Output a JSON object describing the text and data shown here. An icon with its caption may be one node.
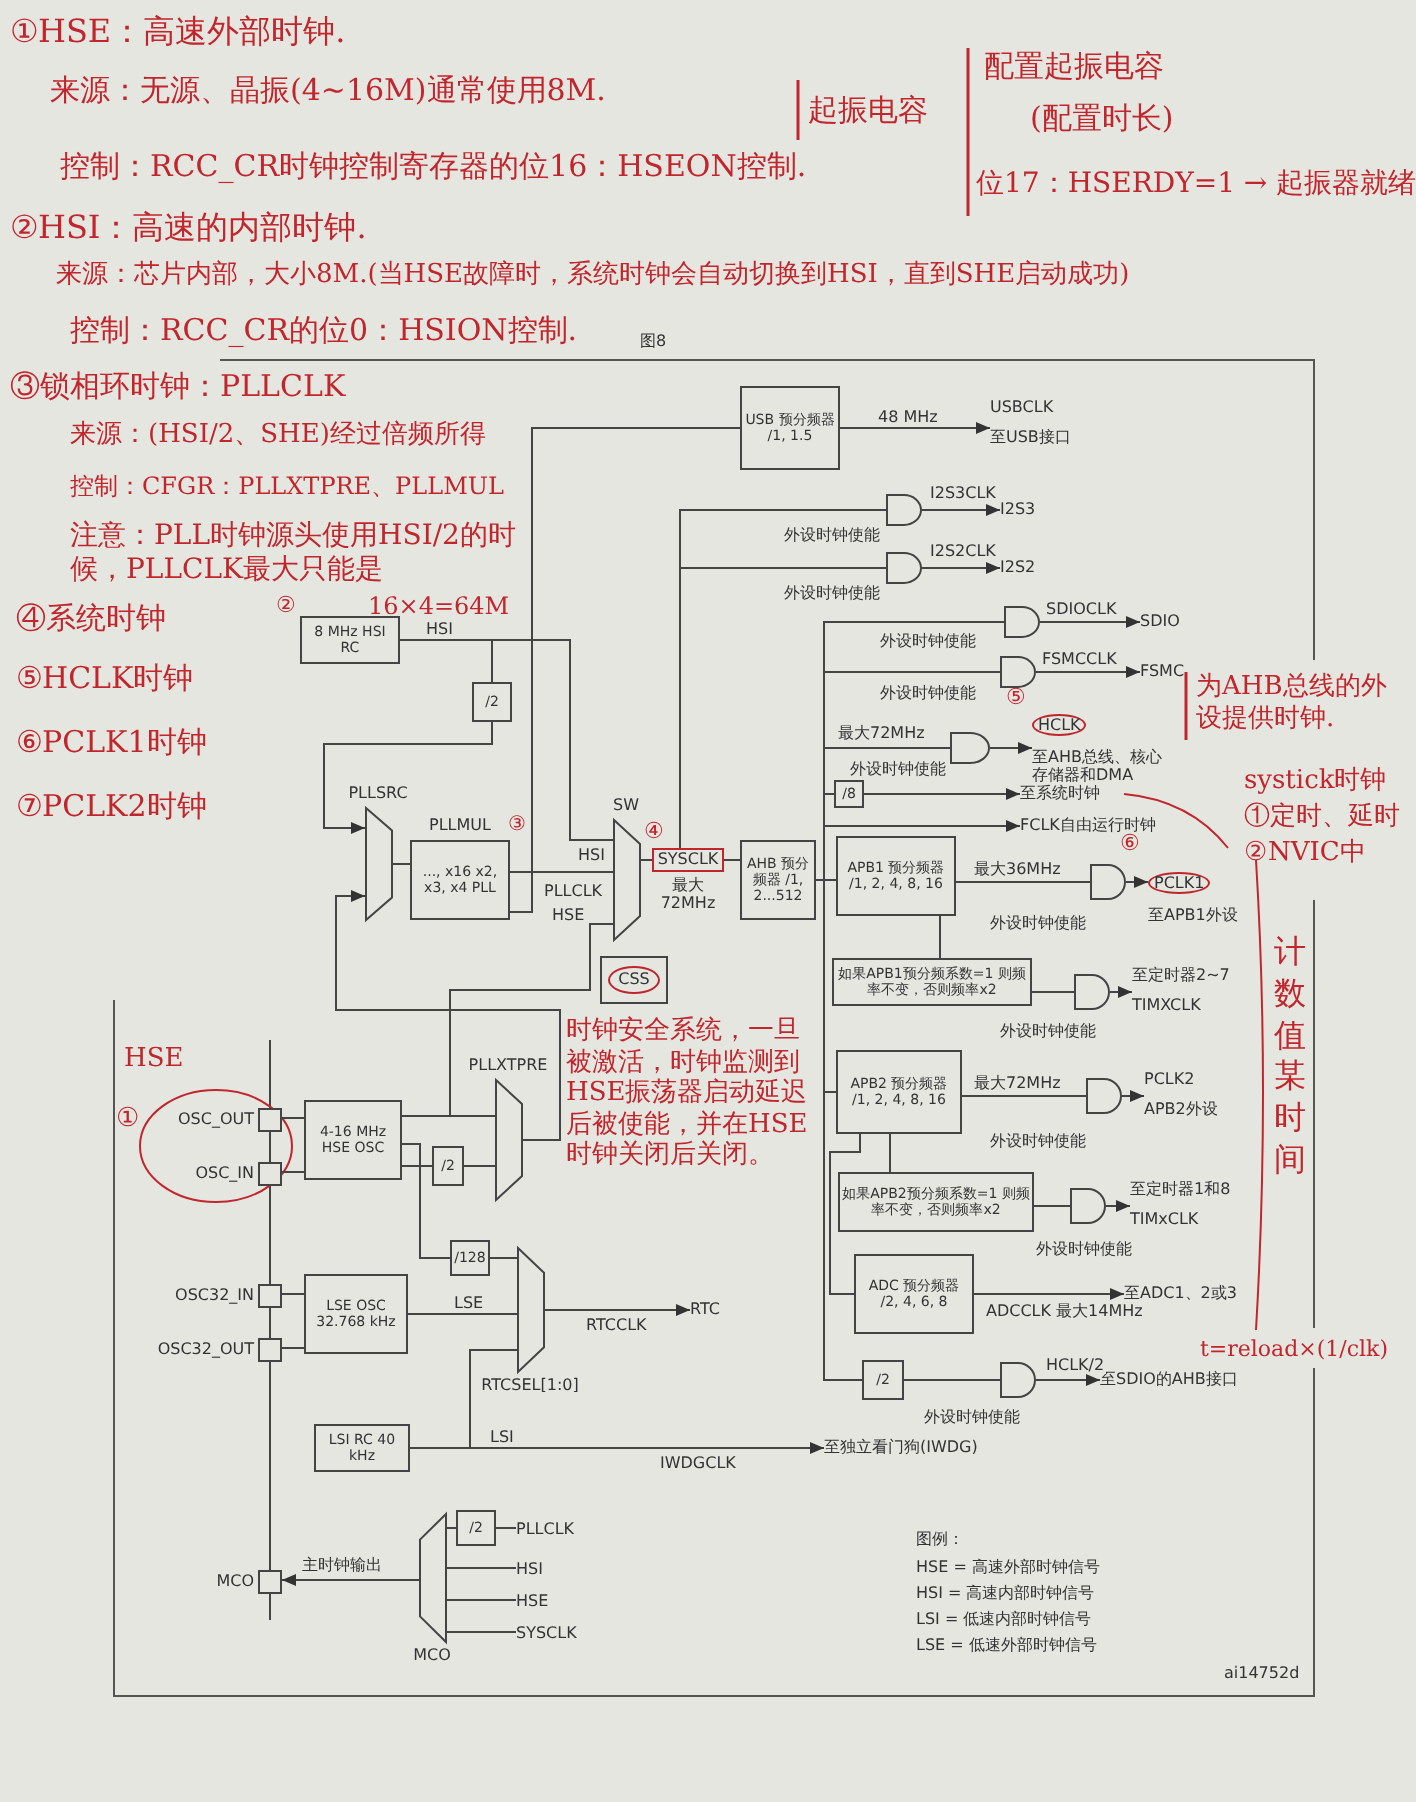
{
  "diagram": {
    "nodes": [
      {
        "text": [
          "8 MHz HSI RC"
        ]
      },
      {
        "text": [
          "/2"
        ]
      },
      {
        "text": [
          "PLLSRC"
        ]
      },
      {
        "text": [
          "PLLMUL",
          "..., x16 x2, x3, x4 PLL"
        ]
      },
      {
        "text": [
          "SW"
        ]
      },
      {
        "text": [
          "SYSCLK"
        ],
        "beside": [
          "最大 72MHz"
        ]
      },
      {
        "text": [
          "AHB 预分频器 /1, 2...512"
        ]
      },
      {
        "text": [
          "APB1 预分频器 /1, 2, 4, 8, 16"
        ]
      },
      {
        "text": [
          "USB 预分频器 /1, 1.5"
        ]
      },
      {
        "text": [],
        "shape": "gate",
        "beside": [
          "外设时钟使能"
        ]
      },
      {
        "text": [],
        "shape": "gate",
        "beside": [
          "外设时钟使能"
        ]
      },
      {
        "text": [],
        "shape": "gate",
        "beside": [
          "外设时钟使能"
        ]
      },
      {
        "text": [],
        "shape": "gate",
        "beside": [
          "外设时钟使能"
        ]
      },
      {
        "text": [],
        "shape": "gate"
      },
      {
        "text": [
          "/8"
        ]
      },
      {
        "text": [],
        "shape": "gate",
        "beside": [
          "外设时钟使能"
        ]
      },
      {
        "text": [
          "如果APB1预分频系数=1 则频率不变，否则频率x2"
        ]
      },
      {
        "text": [],
        "shape": "gate",
        "beside": [
          "外设时钟使能"
        ]
      },
      {
        "text": [
          "APB2 预分频器 /1, 2, 4, 8, 16"
        ]
      },
      {
        "text": [],
        "shape": "gate"
      },
      {
        "text": [
          "如果APB2预分频系数=1 则频率不变，否则频率x2"
        ]
      },
      {
        "text": [],
        "shape": "gate",
        "beside": [
          "外设时钟使能"
        ]
      },
      {
        "text": [
          "ADC 预分频器 /2, 4, 6, 8"
        ]
      },
      {
        "text": [
          "/2"
        ]
      },
      {
        "text": [],
        "shape": "gate",
        "beside": [
          "外设时钟使能"
        ]
      },
      {
        "text": [
          "CSS"
        ]
      },
      {
        "text": [
          "OSC_OUT"
        ]
      },
      {
        "text": [
          "OSC_IN"
        ]
      },
      {
        "text": [
          "4-16 MHz HSE OSC"
        ]
      },
      {
        "text": [
          "/2"
        ]
      },
      {
        "text": [
          "PLLXTPRE"
        ]
      },
      {
        "text": [
          "/128"
        ]
      },
      {
        "text": [
          "OSC32_IN"
        ]
      },
      {
        "text": [
          "OSC32_OUT"
        ]
      },
      {
        "text": [
          "LSE OSC 32.768 kHz"
        ]
      },
      {
        "text": [
          "RTCSEL[1:0]"
        ]
      },
      {
        "text": [
          "LSI RC 40 kHz"
        ]
      },
      {
        "text": [
          "MCO"
        ]
      },
      {
        "text": [
          "MCO"
        ]
      },
      {
        "text": [
          "/2"
        ]
      },
      {
        "text": [
          "USBCLK",
          "至USB接口"
        ]
      },
      {
        "text": [
          "I2S3"
        ]
      },
      {
        "text": [
          "I2S2"
        ]
      },
      {
        "text": [
          "SDIO"
        ]
      },
      {
        "text": [
          "FSMC"
        ]
      },
      {
        "text": [
          "HCLK",
          "至AHB总线、核心存储器和DMA"
        ]
      },
      {
        "text": [
          "至系统时钟"
        ]
      },
      {
        "text": [
          "FCLK自由运行时钟"
        ]
      },
      {
        "text": [
          "PCLK1",
          "至APB1外设"
        ]
      },
      {
        "text": [
          "至定时器2~7",
          "TIMXCLK"
        ]
      },
      {
        "text": [
          "PCLK2",
          "APB2外设"
        ]
      },
      {
        "text": [
          "至定时器1和8",
          "TIMxCLK"
        ]
      },
      {
        "text": [
          "至ADC1、2或3"
        ]
      },
      {
        "text": [
          "至SDIO的AHB接口"
        ]
      },
      {
        "text": [
          "RTC"
        ]
      },
      {
        "text": [
          "至独立看门狗(IWDG)"
        ]
      },
      {
        "text": [
          "PLLCLK"
        ]
      },
      {
        "text": [
          "HSI"
        ]
      },
      {
        "text": [
          "HSE"
        ]
      },
      {
        "text": [
          "SYSCLK"
        ]
      }
    ],
    "edges": [
      {
        "from": 0,
        "to": 1,
        "arrow": "none",
        "label": "HSI"
      },
      {
        "from": 1,
        "to": 2,
        "arrow": "to"
      },
      {
        "from": 0,
        "to": 4,
        "arrow": "none"
      },
      {
        "from": 2,
        "to": 3,
        "arrow": "none"
      },
      {
        "from": 3,
        "to": 4,
        "arrow": "none"
      },
      {
        "from": 30,
        "to": 2,
        "arrow": "to"
      },
      {
        "from": 28,
        "to": 4,
        "arrow": "none"
      },
      {
        "from": 28,
        "to": 30,
        "arrow": "none"
      },
      {
        "from": 28,
        "to": 29,
        "arrow": "none"
      },
      {
        "from": 29,
        "to": 30,
        "arrow": "none"
      },
      {
        "from": 4,
        "to": 5,
        "arrow": "none"
      },
      {
        "from": 5,
        "to": 6,
        "arrow": "none"
      },
      {
        "from": 3,
        "to": 8,
        "arrow": "none"
      },
      {
        "from": 8,
        "to": 40,
        "arrow": "to",
        "label": "48 MHz"
      },
      {
        "from": 5,
        "to": 9,
        "arrow": "none"
      },
      {
        "from": 5,
        "to": 10,
        "arrow": "none"
      },
      {
        "from": 6,
        "to": 11,
        "arrow": "none"
      },
      {
        "from": 6,
        "to": 12,
        "arrow": "none"
      },
      {
        "from": 6,
        "to": 13,
        "arrow": "none",
        "label": "最大72MHz"
      },
      {
        "from": 6,
        "to": 14,
        "arrow": "none"
      },
      {
        "from": 6,
        "to": 47,
        "arrow": "to"
      },
      {
        "from": 6,
        "to": 7,
        "arrow": "none"
      },
      {
        "from": 6,
        "to": 18,
        "arrow": "none"
      },
      {
        "from": 6,
        "to": 23,
        "arrow": "none"
      },
      {
        "from": 7,
        "to": 15,
        "arrow": "none",
        "label": "最大36MHz"
      },
      {
        "from": 15,
        "to": 48,
        "arrow": "to"
      },
      {
        "from": 7,
        "to": 16,
        "arrow": "none"
      },
      {
        "from": 16,
        "to": 17,
        "arrow": "none"
      },
      {
        "from": 17,
        "to": 49,
        "arrow": "to"
      },
      {
        "from": 18,
        "to": 19,
        "arrow": "none",
        "label": "最大72MHz"
      },
      {
        "from": 19,
        "to": 50,
        "arrow": "to"
      },
      {
        "from": 18,
        "to": 20,
        "arrow": "none"
      },
      {
        "from": 20,
        "to": 21,
        "arrow": "none"
      },
      {
        "from": 21,
        "to": 51,
        "arrow": "to"
      },
      {
        "from": 18,
        "to": 22,
        "arrow": "none"
      },
      {
        "from": 22,
        "to": 52,
        "arrow": "to",
        "label": "ADCCLK 最大14MHz"
      },
      {
        "from": 23,
        "to": 24,
        "arrow": "none"
      },
      {
        "from": 24,
        "to": 53,
        "arrow": "to",
        "label": "HCLK/2"
      },
      {
        "from": 28,
        "to": 31,
        "arrow": "none"
      },
      {
        "from": 31,
        "to": 35,
        "arrow": "none"
      },
      {
        "from": 34,
        "to": 35,
        "arrow": "none",
        "label": "LSE"
      },
      {
        "from": 36,
        "to": 35,
        "arrow": "none"
      },
      {
        "from": 36,
        "to": 55,
        "arrow": "to",
        "label": "LSI"
      },
      {
        "from": 35,
        "to": 54,
        "arrow": "to",
        "label": "RTCCLK"
      },
      {
        "from": 26,
        "to": 28,
        "arrow": "none"
      },
      {
        "from": 27,
        "to": 28,
        "arrow": "none"
      },
      {
        "from": 32,
        "to": 34,
        "arrow": "none"
      },
      {
        "from": 33,
        "to": 34,
        "arrow": "none"
      },
      {
        "from": 39,
        "to": 38,
        "arrow": "none"
      },
      {
        "from": 38,
        "to": 37,
        "arrow": "to",
        "label": "主时钟输出"
      },
      {
        "from": 56,
        "to": 39,
        "arrow": "none"
      },
      {
        "from": 57,
        "to": 38,
        "arrow": "none"
      },
      {
        "from": 58,
        "to": 38,
        "arrow": "none"
      },
      {
        "from": 59,
        "to": 38,
        "arrow": "none"
      },
      {
        "from": 9,
        "to": 41,
        "arrow": "to",
        "label": "I2S3CLK"
      },
      {
        "from": 10,
        "to": 42,
        "arrow": "to",
        "label": "I2S2CLK"
      },
      {
        "from": 11,
        "to": 43,
        "arrow": "to",
        "label": "SDIOCLK"
      },
      {
        "from": 12,
        "to": 44,
        "arrow": "to",
        "label": "FSMCCLK"
      },
      {
        "from": 13,
        "to": 45,
        "arrow": "to"
      },
      {
        "from": 14,
        "to": 46,
        "arrow": "to"
      }
    ],
    "labels": [
      "①HSE：高速外部时钟.",
      "来源：无源、晶振(4~16M)通常使用8M.",
      "起振电容",
      "配置起振电容",
      "(配置时长)",
      "控制：RCC_CR时钟控制寄存器的位16：HSEON控制.",
      "位17：HSERDY=1 → 起振器就绪",
      "②HSI：高速的内部时钟.",
      "来源：芯片内部，大小8M.(当HSE故障时，系统时钟会自动切换到HSI，直到SHE启动成功)",
      "控制：RCC_CR的位0：HSION控制.",
      "图8",
      "③锁相环时钟：PLLCLK",
      "来源：(HSI/2、SHE)经过倍频所得",
      "控制：CFGR：PLLXTPRE、PLLMUL",
      "注意：PLL时钟源头使用HSI/2的时候，PLLCLK最大只能是",
      "16×4=64M",
      "④系统时钟",
      "⑤HCLK时钟",
      "⑥PCLK1时钟",
      "⑦PCLK2时钟",
      "②",
      "⑤",
      "外设时钟使能",
      "为AHB总线的外设提供时钟.",
      "systick时钟",
      "①定时、延时",
      "②NVIC中",
      "⑥",
      "外设时钟使能",
      "计数值某时间",
      "t=reload×(1/clk)",
      "HSE",
      "①",
      "HSI",
      "③",
      "PLLCLK",
      "HSE",
      "④",
      "时钟安全系统，一旦被激活，时钟监测到HSE振荡器启动延迟后被使能，并在HSE时钟关闭后关闭。",
      "IWDGCLK",
      "图例：",
      "HSE = 高速外部时钟信号",
      "HSI = 高速内部时钟信号",
      "LSI = 低速内部时钟信号",
      "LSE = 低速外部时钟信号",
      "ai14752d"
    ]
  }
}
